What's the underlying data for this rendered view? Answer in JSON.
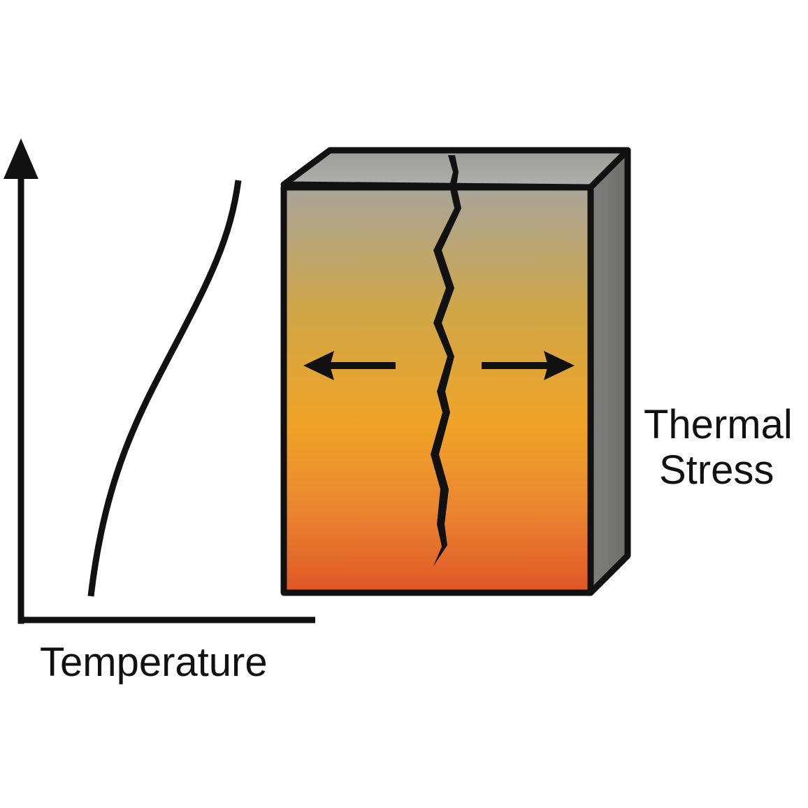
{
  "labels": {
    "x_axis": "Temperature",
    "stress_line1": "Thermal",
    "stress_line2": "Stress"
  },
  "colors": {
    "ink": "#111111",
    "top_face": "#a6a6a3",
    "side_face": "#7a7a78",
    "gradient_top": "#a8a49a",
    "gradient_mid": "#eda42a",
    "gradient_bottom": "#e05a25"
  },
  "icons": {
    "vertical_axis": "arrow-up-icon",
    "left_arrow": "arrow-left-icon",
    "right_arrow": "arrow-right-icon",
    "crack": "crack-icon"
  }
}
